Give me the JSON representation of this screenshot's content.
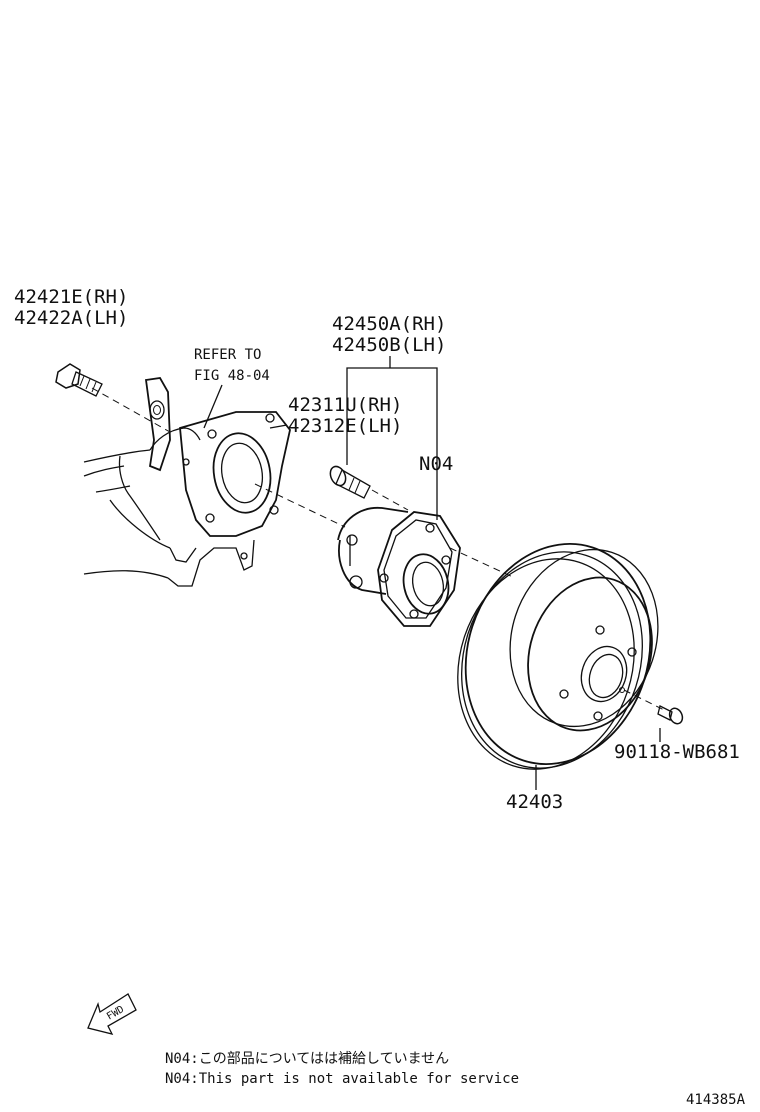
{
  "labels": {
    "knuckle_bolt_rh": "42421E(RH)",
    "knuckle_bolt_lh": "42422A(LH)",
    "refer_line1": "REFER TO",
    "refer_line2": "FIG 48-04",
    "hub_assy_rh": "42450A(RH)",
    "hub_assy_lh": "42450B(LH)",
    "hub_bolt_rh": "42311U(RH)",
    "hub_bolt_lh": "42312E(LH)",
    "n04_tag": "N04",
    "drum": "42403",
    "drum_screw": "90118-WB681",
    "fwd": "FWD"
  },
  "notes": {
    "jp": "N04:この部品についてはは補給していません",
    "en": "N04:This part is not available for service"
  },
  "figure_id": "414385A"
}
